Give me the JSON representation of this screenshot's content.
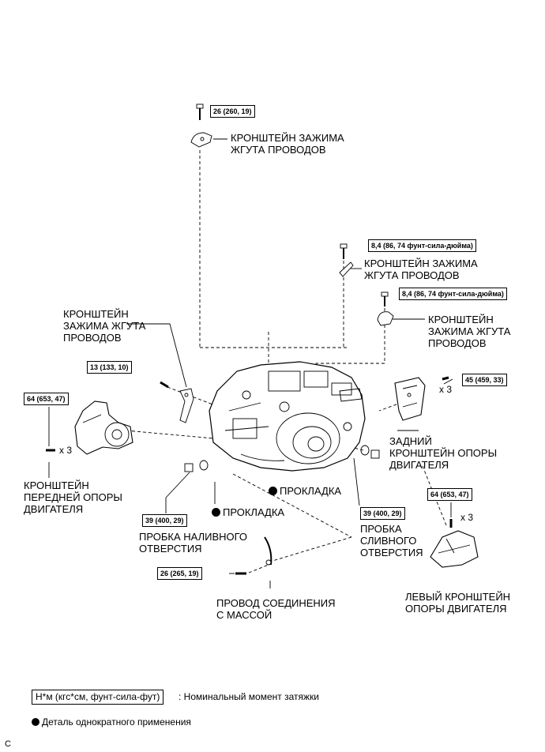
{
  "parts": {
    "harness_bracket_top": "КРОНШТЕЙН ЗАЖИМА\nЖГУТА ПРОВОДОВ",
    "harness_bracket_mid": "КРОНШТЕЙН ЗАЖИМА\nЖГУТА ПРОВОДОВ",
    "harness_bracket_right": "КРОНШТЕЙН\nЗАЖИМА ЖГУТА\nПРОВОДОВ",
    "harness_bracket_left": "КРОНШТЕЙН\nЗАЖИМА ЖГУТА\nПРОВОДОВ",
    "rear_mount_bracket": "ЗАДНИЙ\nКРОНШТЕЙН ОПОРЫ\nДВИГАТЕЛЯ",
    "front_mount_bracket": "КРОНШТЕЙН\nПЕРЕДНЕЙ ОПОРЫ\nДВИГАТЕЛЯ",
    "gasket_left": "ПРОКЛАДКА",
    "gasket_right": "ПРОКЛАДКА",
    "filler_plug": "ПРОБКА НАЛИВНОГО\nОТВЕРСТИЯ",
    "drain_plug": "ПРОБКА\nСЛИВНОГО\nОТВЕРСТИЯ",
    "ground_wire": "ПРОВОД СОЕДИНЕНИЯ\nС МАССОЙ",
    "left_mount_bracket": "ЛЕВЫЙ КРОНШТЕЙН\nОПОРЫ ДВИГАТЕЛЯ"
  },
  "torques": {
    "t_top": "26 (260, 19)",
    "t_mid": "8,4 (86, 74 фунт-сила-дюйма)",
    "t_right": "8,4 (86, 74 фунт-сила-дюйма)",
    "t_left_bracket": "13 (133, 10)",
    "t_rear_mount": "45 (459, 33)",
    "t_front_mount": "64 (653, 47)",
    "t_filler": "39 (400, 29)",
    "t_drain": "39 (400, 29)",
    "t_left_mount": "64 (653, 47)",
    "t_ground": "26 (265, 19)"
  },
  "quantities": {
    "rear": "x 3",
    "front": "x 3",
    "left": "x 3"
  },
  "legend": {
    "torque_box": "Н*м (кгс*см, фунт-сила-фут)",
    "torque_desc": ": Номинальный момент затяжки",
    "single_use": "Деталь однократного применения"
  },
  "corner_mark": "C"
}
